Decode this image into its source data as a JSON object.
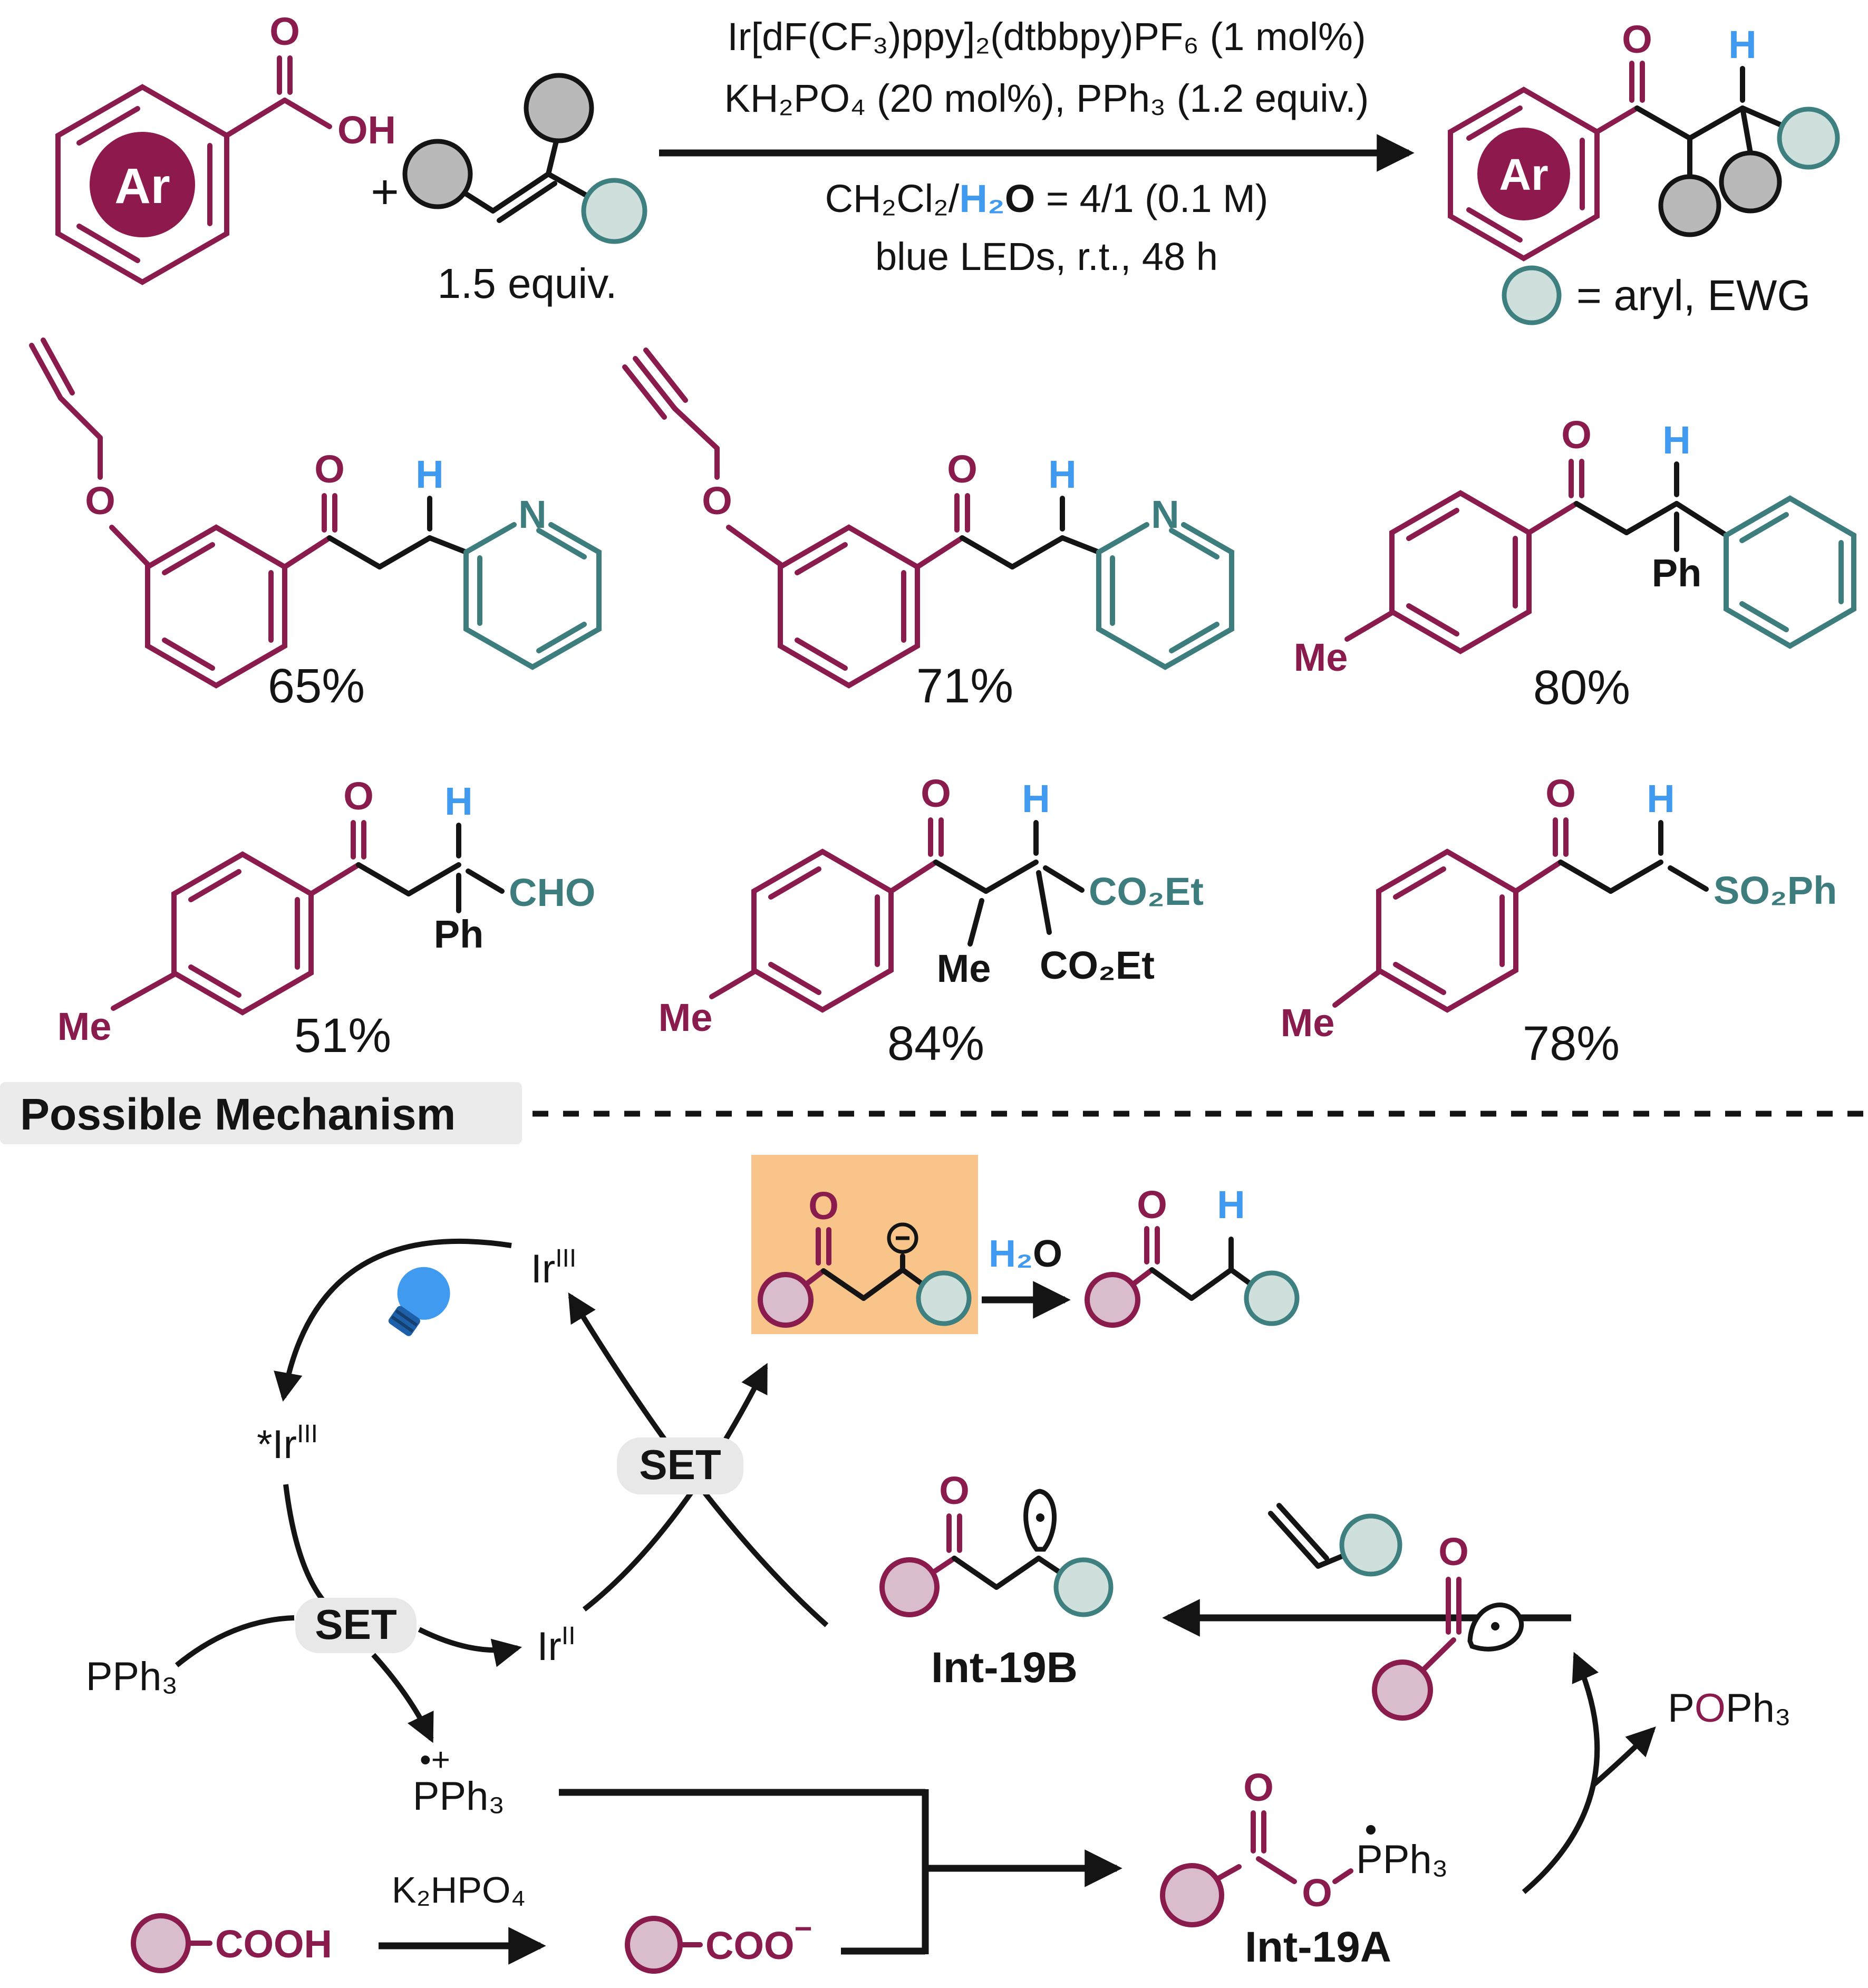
{
  "labels": {
    "ar": "Ar",
    "o": "O",
    "oh": "OH",
    "h": "H",
    "n": "N",
    "me": "Me",
    "ph": "Ph",
    "cho": "CHO",
    "co2et": "CO₂Et",
    "so2ph": "SO₂Ph",
    "plus": "+",
    "minus": "−",
    "h2": "H₂",
    "radical_cation": "•+"
  },
  "reaction": {
    "equiv": "1.5 equiv.",
    "conditions_line1": "Ir[dF(CF₃)ppy]₂(dtbbpy)PF₆ (1 mol%)",
    "conditions_line2": "KH₂PO₄ (20 mol%), PPh₃ (1.2 equiv.)",
    "solvent_pre": "CH₂Cl₂/",
    "solvent_o": "O",
    "solvent_post": " = 4/1 (0.1 M)",
    "conditions_line4": "blue LEDs, r.t., 48 h",
    "legend": "= aryl, EWG"
  },
  "products": {
    "yields": [
      "65%",
      "71%",
      "80%",
      "51%",
      "84%",
      "78%"
    ]
  },
  "mechanism": {
    "header": "Possible Mechanism",
    "set": "SET",
    "ir": "Ir",
    "ir_iii": "III",
    "ir_star": "*Ir",
    "ir_ii": "II",
    "pph3": "PPh₃",
    "k2hpo4": "K₂HPO₄",
    "cooh": "COOH",
    "coo": "COO",
    "poph3_p": "P",
    "poph3_o": "O",
    "poph3_ph3": "Ph₃",
    "int19a": "Int-19A",
    "int19b": "Int-19B"
  },
  "colors": {
    "maroon": "#8a1b4d",
    "teal": "#3e7d7d",
    "blue": "#3f9af0",
    "black": "#141414",
    "orange_box": "#f9c489",
    "gray_circle": "#b9b9b9",
    "teal_circle_fill": "#cfe0dc",
    "pink_circle_fill": "#dabdcc",
    "pill_gray": "#e8e8e8"
  }
}
